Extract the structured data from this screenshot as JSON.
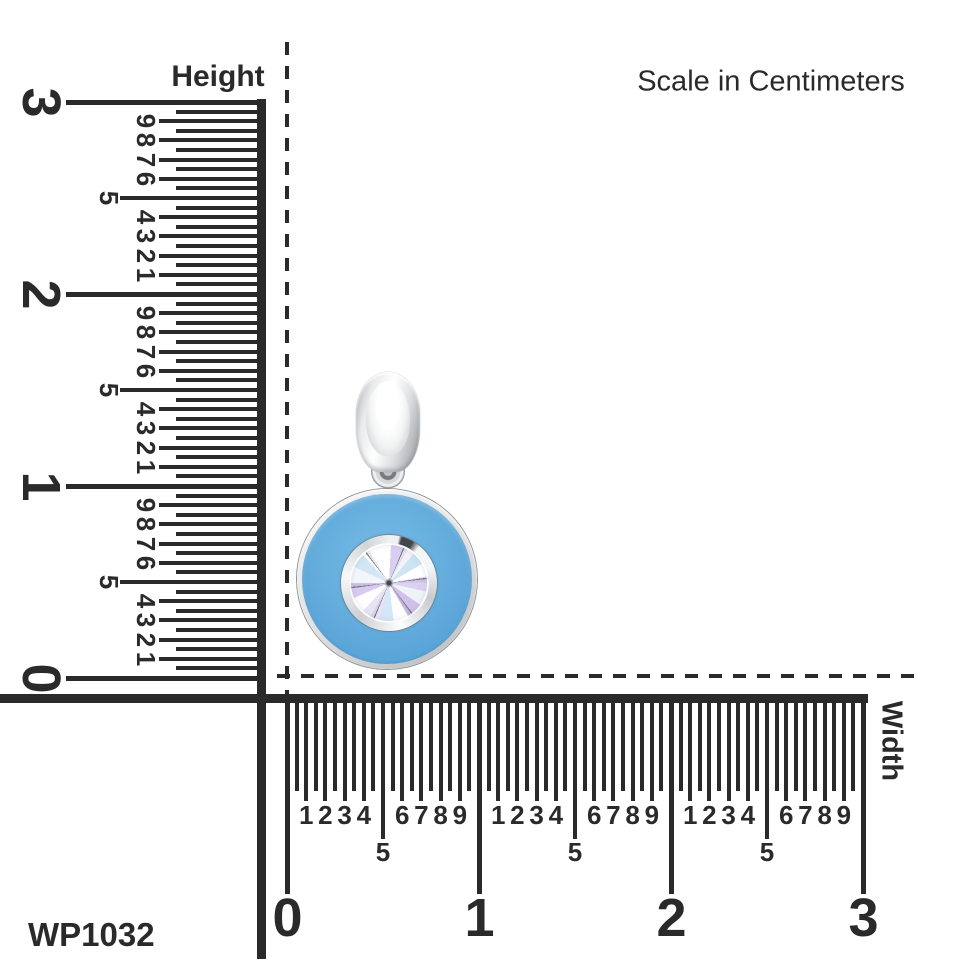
{
  "header": {
    "scale_note": "Scale in Centimeters"
  },
  "product": {
    "sku": "WP1032",
    "enamel_color": "#5fa9da",
    "enamel_color_light": "#79bce7",
    "metal_color": "#eceded"
  },
  "rulers": {
    "vertical": {
      "title": "Height",
      "cm_labels": [
        "0",
        "1",
        "2",
        "3"
      ],
      "mm_labels": [
        "1",
        "2",
        "3",
        "4",
        "5",
        "6",
        "7",
        "8",
        "9"
      ]
    },
    "horizontal": {
      "title": "Width",
      "cm_labels": [
        "0",
        "1",
        "2",
        "3"
      ],
      "mm_labels": [
        "1",
        "2",
        "3",
        "4",
        "5",
        "6",
        "7",
        "8",
        "9"
      ]
    }
  }
}
